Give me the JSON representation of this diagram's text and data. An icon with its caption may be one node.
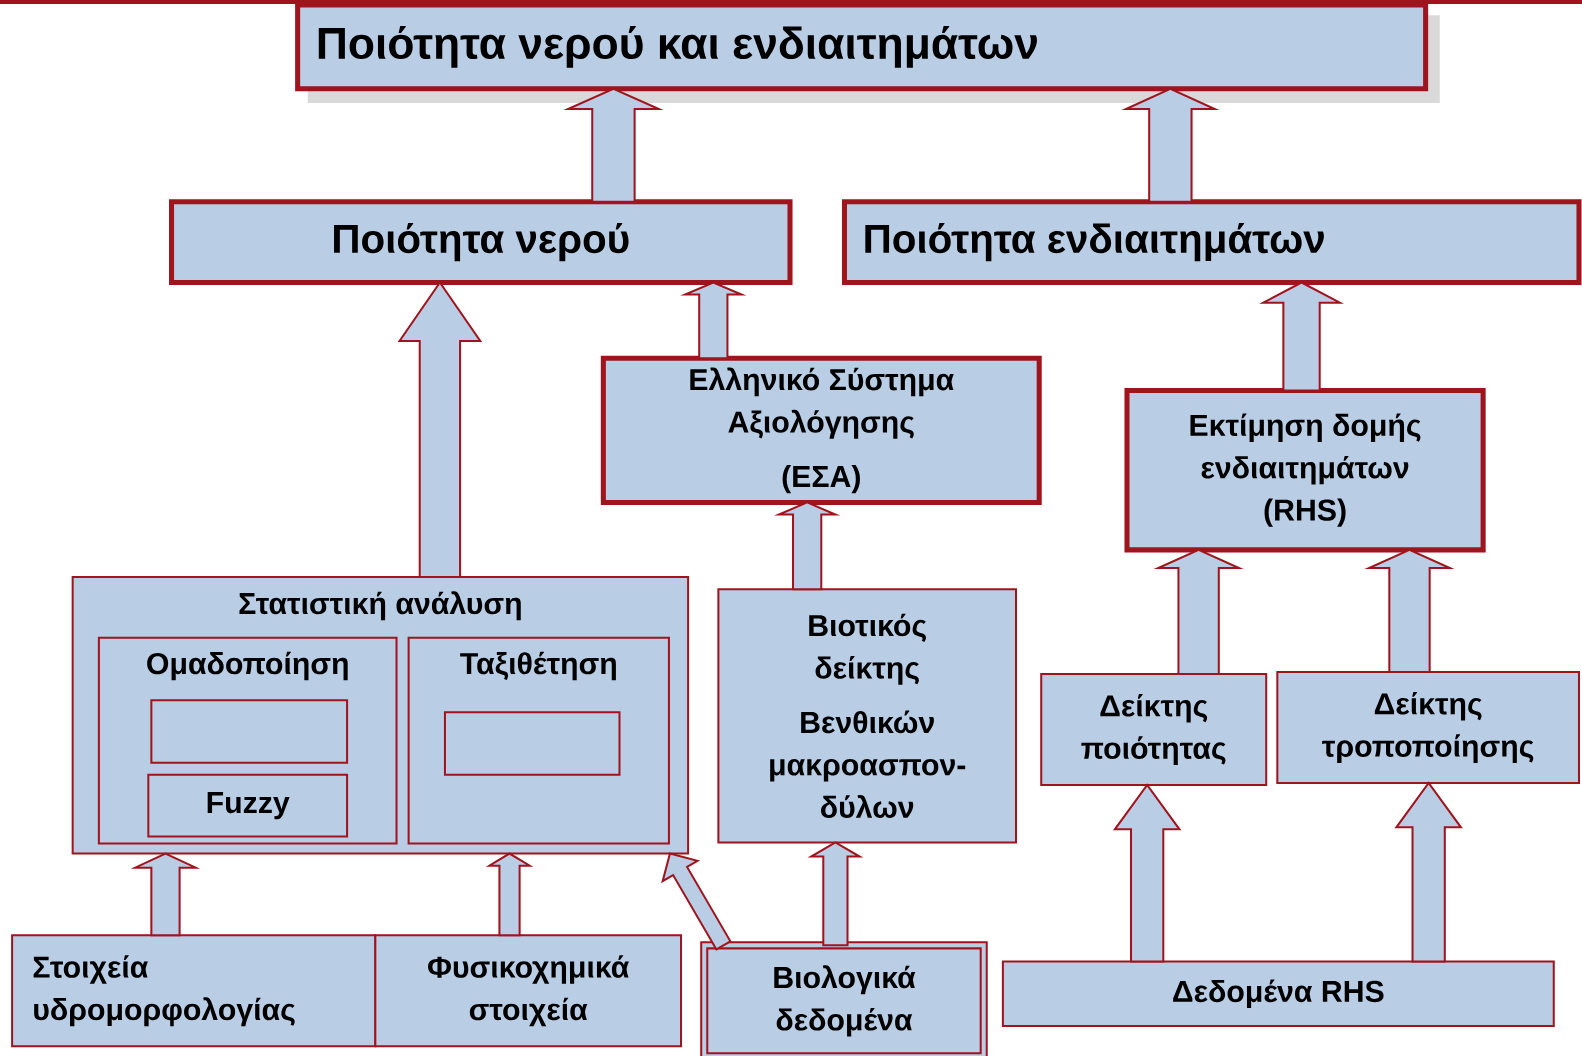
{
  "diagram": {
    "nodes": [
      {
        "text": [
          "Ποιότητα νερού και ενδιαιτημάτων"
        ]
      },
      {
        "text": [
          "Ποιότητα νερού"
        ]
      },
      {
        "text": [
          "Ποιότητα ενδιαιτημάτων"
        ]
      },
      {
        "text": [
          "Ελληνικό Σύστημα Αξιολόγησης",
          "(ΕΣΑ)"
        ]
      },
      {
        "text": [
          "Εκτίμηση δομής ενδιαιτημάτων (RHS)"
        ]
      },
      {
        "text": [
          "Στατιστική ανάλυση"
        ]
      },
      {
        "text": [
          "Ομαδοποίηση"
        ],
        "in": 5
      },
      {
        "text": [],
        "shape": "box",
        "in": 6
      },
      {
        "text": [
          "Fuzzy"
        ],
        "in": 6
      },
      {
        "text": [
          "Ταξιθέτηση"
        ],
        "in": 5
      },
      {
        "text": [],
        "shape": "box",
        "in": 9
      },
      {
        "text": [
          "Βιοτικός δείκτης",
          "Βενθικών μακροασπον-δύλων"
        ]
      },
      {
        "text": [
          "Δείκτης ποιότητας"
        ]
      },
      {
        "text": [
          "Δείκτης τροποποίησης"
        ]
      },
      {
        "text": [
          "Στοιχεία υδρομορφολογίας"
        ]
      },
      {
        "text": [
          "Φυσικοχημικά στοιχεία"
        ]
      },
      {
        "text": [
          "Βιολογικά δεδομένα"
        ]
      },
      {
        "text": [
          "Δεδομένα RHS"
        ]
      }
    ],
    "edges": [
      {
        "from": 1,
        "to": 0,
        "arrow": "to"
      },
      {
        "from": 2,
        "to": 0,
        "arrow": "to"
      },
      {
        "from": 5,
        "to": 1,
        "arrow": "to"
      },
      {
        "from": 3,
        "to": 1,
        "arrow": "to"
      },
      {
        "from": 4,
        "to": 2,
        "arrow": "to"
      },
      {
        "from": 11,
        "to": 3,
        "arrow": "to"
      },
      {
        "from": 12,
        "to": 4,
        "arrow": "to"
      },
      {
        "from": 13,
        "to": 4,
        "arrow": "to"
      },
      {
        "from": 14,
        "to": 5,
        "arrow": "to"
      },
      {
        "from": 15,
        "to": 5,
        "arrow": "to"
      },
      {
        "from": 16,
        "to": 5,
        "arrow": "to"
      },
      {
        "from": 16,
        "to": 11,
        "arrow": "to"
      },
      {
        "from": 17,
        "to": 12,
        "arrow": "to"
      },
      {
        "from": 17,
        "to": 13,
        "arrow": "to"
      }
    ]
  }
}
